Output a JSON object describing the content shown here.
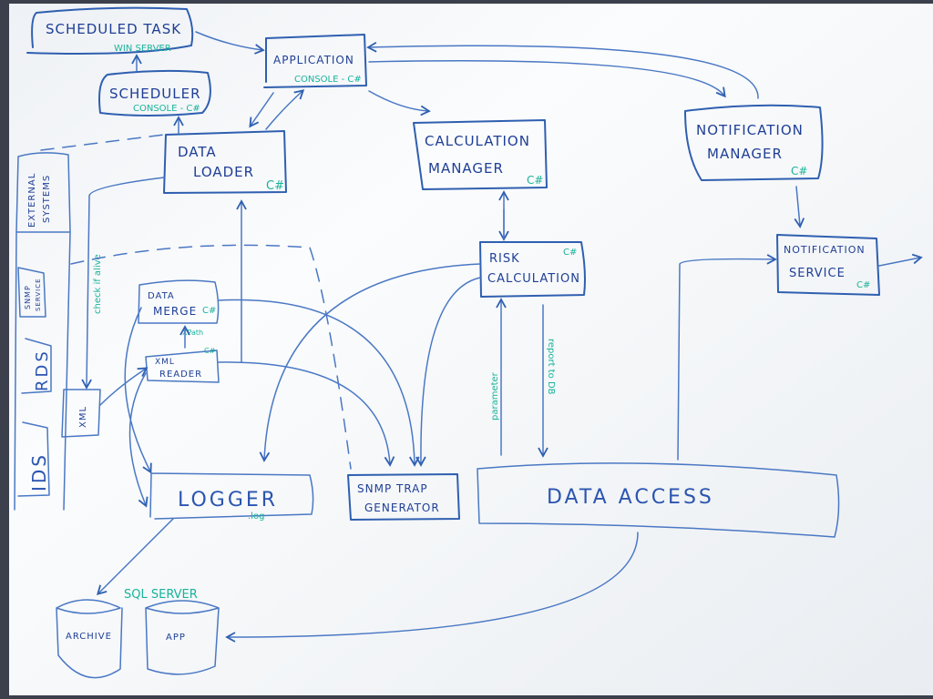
{
  "nodes": {
    "scheduled_task": {
      "title": "SCHEDULED TASK",
      "tech": "WIN SERVER"
    },
    "scheduler": {
      "title": "SCHEDULER",
      "tech": "CONSOLE - C#"
    },
    "application": {
      "title": "APPLICATION",
      "tech": "CONSOLE - C#"
    },
    "data_loader": {
      "line1": "DATA",
      "line2": "LOADER",
      "tech": "C#"
    },
    "calculation_manager": {
      "line1": "CALCULATION",
      "line2": "MANAGER",
      "tech": "C#"
    },
    "notification_manager": {
      "line1": "NOTIFICATION",
      "line2": "MANAGER",
      "tech": "C#"
    },
    "risk_calculation": {
      "line1": "RISK",
      "line2": "CALCULATION",
      "tech": "C#"
    },
    "notification_service": {
      "line1": "NOTIFICATION",
      "line2": "SERVICE",
      "tech": "C#"
    },
    "external_systems": {
      "line1": "EXTERNAL",
      "line2": "SYSTEMS"
    },
    "snmp_service": {
      "line1": "SNMP",
      "line2": "SERVICE"
    },
    "rds": {
      "title": "RDS"
    },
    "ids": {
      "title": "IDS"
    },
    "xml": {
      "title": "XML"
    },
    "data_merge": {
      "line1": "DATA",
      "line2": "MERGE",
      "tech": "C#"
    },
    "xml_reader": {
      "line1": "XML",
      "line2": "READER",
      "tech": "C#"
    },
    "logger": {
      "title": "LOGGER",
      "tech": ".log"
    },
    "snmp_trap_generator": {
      "line1": "SNMP TRAP",
      "line2": "GENERATOR"
    },
    "data_access": {
      "title": "DATA ACCESS"
    },
    "archive_db": {
      "title": "ARCHIVE"
    },
    "app_db": {
      "title": "APP"
    }
  },
  "annotations": {
    "sql_server": "SQL SERVER",
    "xpath": "XPath",
    "check_if_alive": "check if alive",
    "parameter": "parameter",
    "report_to_db": "report to DB"
  },
  "colors": {
    "ink": "#2f5fb0",
    "accent_ink": "#19b39a",
    "board": "#f3f5f7"
  }
}
